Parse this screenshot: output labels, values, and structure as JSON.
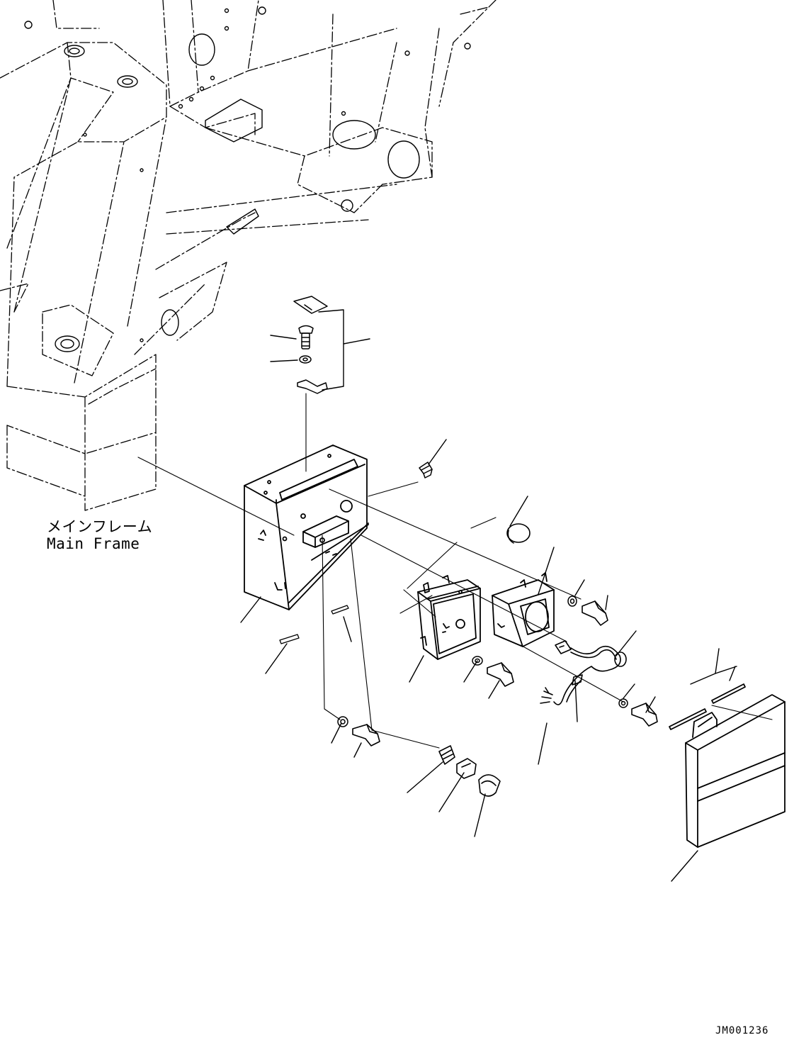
{
  "diagram": {
    "main_frame_label_jp": "メインフレーム",
    "main_frame_label_en": "Main Frame",
    "drawing_id": "JM001236"
  }
}
